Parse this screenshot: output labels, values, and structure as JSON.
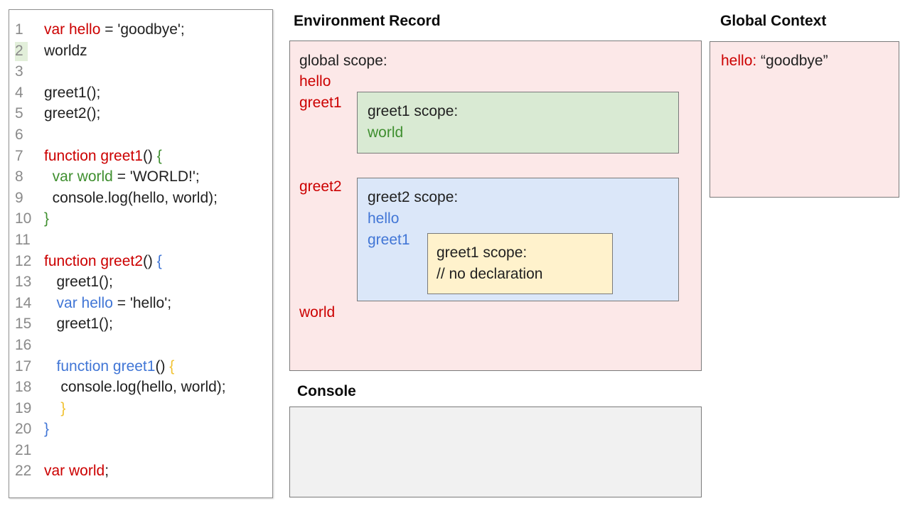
{
  "colors": {
    "red": "#cc0000",
    "green": "#3f8f2f",
    "blue": "#4176d6",
    "gold": "#f1c232",
    "black": "#212121",
    "line_number": "#8a8a8a",
    "line_highlight": "#e2efda",
    "pink_fill": "#fce8e8",
    "green_fill": "#d9ead3",
    "blue_fill": "#dbe7f9",
    "yellow_fill": "#fff2cc",
    "console_fill": "#f1f1f1",
    "box_border": "#7a7a7a"
  },
  "code": {
    "lines": [
      {
        "n": 1,
        "hl": false,
        "seg": [
          [
            "r",
            "var hello"
          ],
          [
            "k",
            " = 'goodbye';"
          ]
        ]
      },
      {
        "n": 2,
        "hl": true,
        "seg": [
          [
            "k",
            "worldz"
          ]
        ]
      },
      {
        "n": 3,
        "hl": false,
        "seg": []
      },
      {
        "n": 4,
        "hl": false,
        "seg": [
          [
            "k",
            "greet1();"
          ]
        ]
      },
      {
        "n": 5,
        "hl": false,
        "seg": [
          [
            "k",
            "greet2();"
          ]
        ]
      },
      {
        "n": 6,
        "hl": false,
        "seg": []
      },
      {
        "n": 7,
        "hl": false,
        "seg": [
          [
            "r",
            "function greet1"
          ],
          [
            "k",
            "() "
          ],
          [
            "g",
            "{"
          ]
        ]
      },
      {
        "n": 8,
        "hl": false,
        "seg": [
          [
            "k",
            "  "
          ],
          [
            "g",
            "var world"
          ],
          [
            "k",
            " = 'WORLD!';"
          ]
        ]
      },
      {
        "n": 9,
        "hl": false,
        "seg": [
          [
            "k",
            "  console.log(hello, world);"
          ]
        ]
      },
      {
        "n": 10,
        "hl": false,
        "seg": [
          [
            "g",
            "}"
          ]
        ]
      },
      {
        "n": 11,
        "hl": false,
        "seg": []
      },
      {
        "n": 12,
        "hl": false,
        "seg": [
          [
            "r",
            "function greet2"
          ],
          [
            "k",
            "() "
          ],
          [
            "b",
            "{"
          ]
        ]
      },
      {
        "n": 13,
        "hl": false,
        "seg": [
          [
            "k",
            "   greet1();"
          ]
        ]
      },
      {
        "n": 14,
        "hl": false,
        "seg": [
          [
            "k",
            "   "
          ],
          [
            "b",
            "var hello"
          ],
          [
            "k",
            " = 'hello';"
          ]
        ]
      },
      {
        "n": 15,
        "hl": false,
        "seg": [
          [
            "k",
            "   greet1();"
          ]
        ]
      },
      {
        "n": 16,
        "hl": false,
        "seg": []
      },
      {
        "n": 17,
        "hl": false,
        "seg": [
          [
            "k",
            "   "
          ],
          [
            "b",
            "function greet1"
          ],
          [
            "k",
            "() "
          ],
          [
            "y",
            "{"
          ]
        ]
      },
      {
        "n": 18,
        "hl": false,
        "seg": [
          [
            "k",
            "    console.log(hello, world);"
          ]
        ]
      },
      {
        "n": 19,
        "hl": false,
        "seg": [
          [
            "k",
            "    "
          ],
          [
            "y",
            "}"
          ]
        ]
      },
      {
        "n": 20,
        "hl": false,
        "seg": [
          [
            "b",
            "}"
          ]
        ]
      },
      {
        "n": 21,
        "hl": false,
        "seg": []
      },
      {
        "n": 22,
        "hl": false,
        "seg": [
          [
            "r",
            "var world"
          ],
          [
            "k",
            ";"
          ]
        ]
      }
    ]
  },
  "env": {
    "heading": "Environment Record",
    "labels": [
      {
        "text": "global scope:",
        "color": "black"
      },
      {
        "text": "hello",
        "color": "red"
      },
      {
        "text": "greet1",
        "color": "red"
      },
      {
        "text": "greet2",
        "color": "red"
      },
      {
        "text": "world",
        "color": "red"
      }
    ],
    "greet1_box": {
      "title": "greet1 scope:",
      "members": [
        {
          "text": "world",
          "color": "green"
        }
      ]
    },
    "greet2_box": {
      "title": "greet2 scope:",
      "members": [
        {
          "text": "hello",
          "color": "blue"
        },
        {
          "text": "greet1",
          "color": "blue"
        }
      ]
    },
    "nested_box": {
      "title": "greet1 scope:",
      "members": [
        {
          "text": "// no declaration",
          "color": "black"
        }
      ]
    }
  },
  "console": {
    "heading": "Console",
    "content": ""
  },
  "global_context": {
    "heading": "Global Context",
    "entry": {
      "name": "hello:",
      "value": " “goodbye”"
    }
  }
}
